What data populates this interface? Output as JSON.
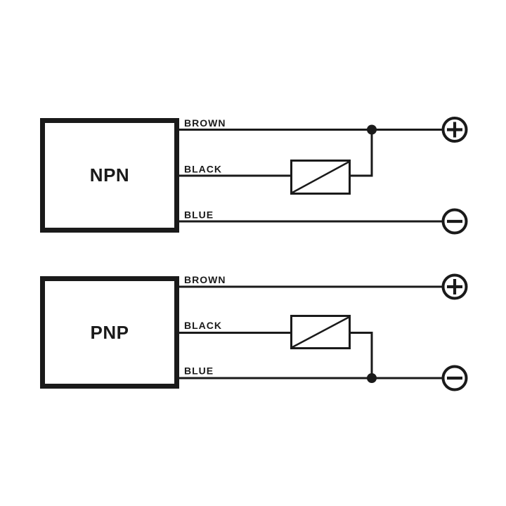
{
  "colors": {
    "ink": "#1a1a1a",
    "background": "#ffffff"
  },
  "diagrams": [
    {
      "box_label": "NPN",
      "wire_labels": [
        "BROWN",
        "BLACK",
        "BLUE"
      ],
      "terminals": [
        {
          "icon": "plus-circle",
          "symbol": "+"
        },
        {
          "icon": "minus-circle",
          "symbol": "−"
        }
      ],
      "load_icon": "load-rectangle-diagonal"
    },
    {
      "box_label": "PNP",
      "wire_labels": [
        "BROWN",
        "BLACK",
        "BLUE"
      ],
      "terminals": [
        {
          "icon": "plus-circle",
          "symbol": "+"
        },
        {
          "icon": "minus-circle",
          "symbol": "−"
        }
      ],
      "load_icon": "load-rectangle-diagonal"
    }
  ]
}
